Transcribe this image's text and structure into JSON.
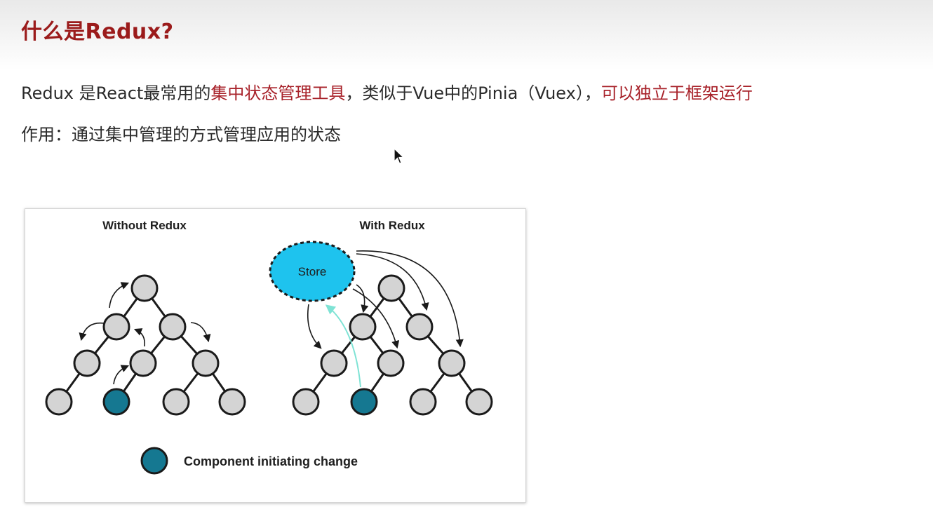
{
  "slide": {
    "title": "什么是Redux?",
    "line1": {
      "part1": "Redux 是React最常用的",
      "highlight1": "集中状态管理工具",
      "part2": "，类似于Vue中的Pinia（Vuex），",
      "highlight2": "可以独立于框架运行"
    },
    "line2": "作用：通过集中管理的方式管理应用的状态"
  },
  "figure": {
    "left_title": "Without Redux",
    "right_title": "With Redux",
    "store_label": "Store",
    "legend_label": "Component initiating change"
  },
  "colors": {
    "title": "#9b1b1b",
    "highlight": "#a8222a",
    "node_fill": "#d4d4d4",
    "active_node": "#157891",
    "store_fill": "#1ec3ee",
    "store_path": "#7fe3d5"
  }
}
